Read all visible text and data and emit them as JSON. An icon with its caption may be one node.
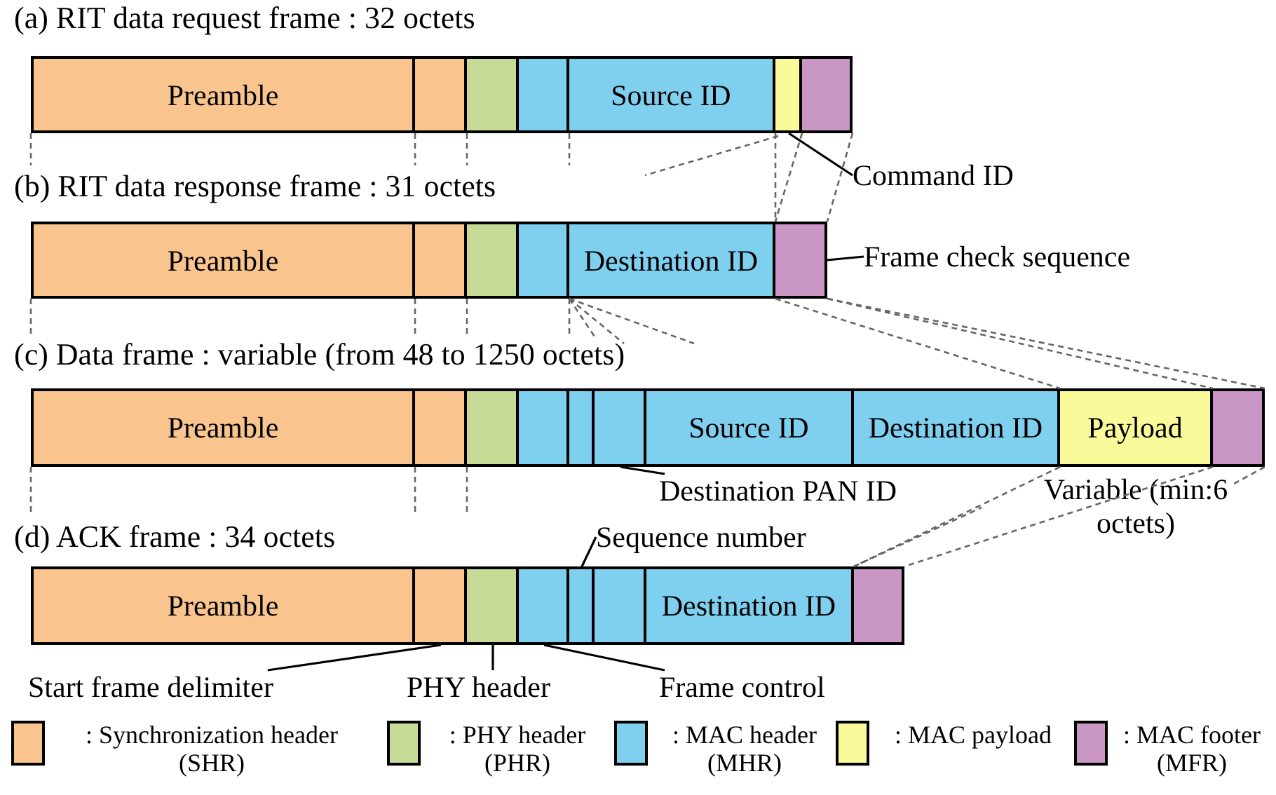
{
  "diagram": {
    "nodes": [
      {
        "text": [
          "(a) RIT data request frame : 32 octets"
        ]
      },
      {
        "text": [
          "Preamble"
        ],
        "in": 0
      },
      {
        "text": [],
        "shape": "box",
        "in": 0
      },
      {
        "text": [],
        "shape": "box",
        "in": 0
      },
      {
        "text": [],
        "shape": "box",
        "in": 0
      },
      {
        "text": [
          "Source ID"
        ],
        "in": 0
      },
      {
        "text": [],
        "shape": "box",
        "in": 0
      },
      {
        "text": [],
        "shape": "box",
        "in": 0
      },
      {
        "text": [
          "(b) RIT data response frame : 31 octets"
        ]
      },
      {
        "text": [
          "Preamble"
        ],
        "in": 8
      },
      {
        "text": [],
        "shape": "box",
        "in": 8
      },
      {
        "text": [],
        "shape": "box",
        "in": 8
      },
      {
        "text": [],
        "shape": "box",
        "in": 8
      },
      {
        "text": [
          "Destination ID"
        ],
        "in": 8
      },
      {
        "text": [],
        "shape": "box",
        "in": 8
      },
      {
        "text": [
          "(c) Data frame : variable (from 48 to 1250 octets)"
        ]
      },
      {
        "text": [
          "Preamble"
        ],
        "in": 15
      },
      {
        "text": [],
        "shape": "box",
        "in": 15
      },
      {
        "text": [],
        "shape": "box",
        "in": 15
      },
      {
        "text": [],
        "shape": "box",
        "in": 15
      },
      {
        "text": [],
        "shape": "box",
        "in": 15
      },
      {
        "text": [],
        "shape": "box",
        "in": 15
      },
      {
        "text": [
          "Source ID"
        ],
        "in": 15
      },
      {
        "text": [
          "Destination ID"
        ],
        "in": 15
      },
      {
        "text": [
          "Payload"
        ],
        "in": 15
      },
      {
        "text": [],
        "shape": "box",
        "in": 15
      },
      {
        "text": [
          "(d) ACK frame : 34 octets"
        ]
      },
      {
        "text": [
          "Preamble"
        ],
        "in": 26
      },
      {
        "text": [],
        "shape": "box",
        "in": 26
      },
      {
        "text": [],
        "shape": "box",
        "in": 26
      },
      {
        "text": [],
        "shape": "box",
        "in": 26
      },
      {
        "text": [],
        "shape": "box",
        "in": 26
      },
      {
        "text": [],
        "shape": "box",
        "in": 26
      },
      {
        "text": [
          "Destination ID"
        ],
        "in": 26
      },
      {
        "text": [],
        "shape": "box",
        "in": 26
      },
      {
        "text": [
          "Command ID"
        ]
      },
      {
        "text": [
          "Frame check sequence"
        ]
      },
      {
        "text": [
          "Destination PAN ID"
        ]
      },
      {
        "text": [
          "Sequence number"
        ]
      },
      {
        "text": [
          "Start frame delimiter"
        ]
      },
      {
        "text": [
          "PHY header"
        ]
      },
      {
        "text": [
          "Frame control"
        ]
      }
    ],
    "edges": [
      {
        "from": 35,
        "to": 6,
        "arrow": "none"
      },
      {
        "from": 36,
        "to": 14,
        "arrow": "none"
      },
      {
        "from": 37,
        "to": 21,
        "arrow": "none"
      },
      {
        "from": 38,
        "to": 31,
        "arrow": "none"
      },
      {
        "from": 39,
        "to": 28,
        "arrow": "none"
      },
      {
        "from": 40,
        "to": 29,
        "arrow": "none"
      },
      {
        "from": 41,
        "to": 30,
        "arrow": "none"
      }
    ],
    "labels": [
      "Variable (min:6 octets)"
    ],
    "legend": [
      {
        "text": ": Synchronization header (SHR)",
        "color": "#f9c48e"
      },
      {
        "text": ": PHY header (PHR)",
        "color": "#c6dc96"
      },
      {
        "text": ": MAC header (MHR)",
        "color": "#7fcfef"
      },
      {
        "text": ": MAC payload",
        "color": "#fbfa9b"
      },
      {
        "text": ": MAC footer (MFR)",
        "color": "#c996c6"
      }
    ]
  }
}
